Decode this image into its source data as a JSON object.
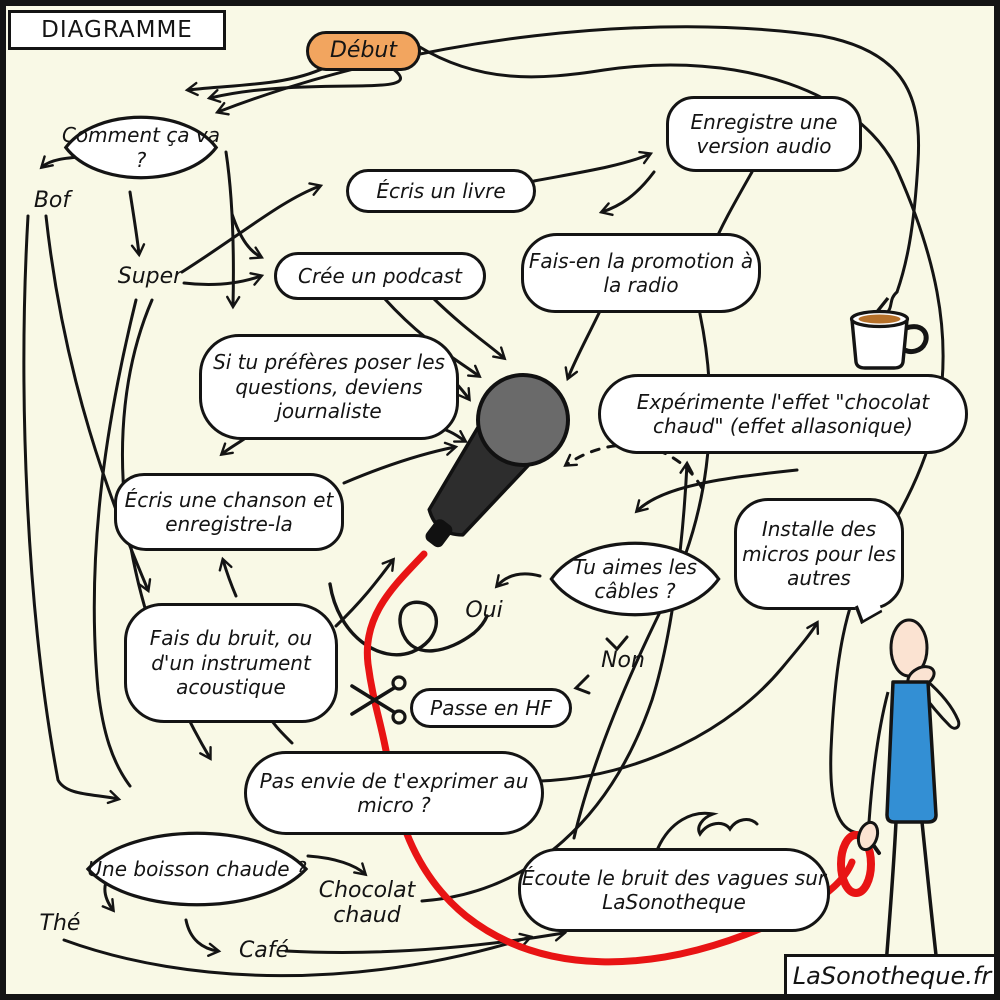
{
  "header": {
    "title": "DIAGRAMME"
  },
  "footer": {
    "site": "LaSonotheque.fr"
  },
  "nodes": {
    "debut": "Début",
    "comment_ca_va": "Comment ça va ?",
    "ecris_un_livre": "Écris un livre",
    "enregistre_version": "Enregistre une version audio",
    "cree_un_podcast": "Crée un podcast",
    "promotion_radio": "Fais-en la promotion à la radio",
    "journaliste": "Si tu préfères poser les questions, deviens journaliste",
    "experimente": "Expérimente l'effet \"chocolat chaud\" (effet allasonique)",
    "ecris_chanson": "Écris une chanson et enregistre-la",
    "tu_aimes_cables": "Tu aimes les câbles ?",
    "installe_micros": "Installe des micros pour les autres",
    "fais_du_bruit": "Fais du bruit, ou d'un instrument acoustique",
    "passe_en_hf": "Passe en HF",
    "pas_envie": "Pas envie de t'exprimer au micro ?",
    "une_boisson": "Une boisson chaude ?",
    "ecoute_vagues": "Écoute le bruit des vagues sur LaSonotheque"
  },
  "labels": {
    "bof": "Bof",
    "super": "Super",
    "oui": "Oui",
    "non": "Non",
    "the": "Thé",
    "cafe": "Café",
    "chocolat": "Chocolat chaud"
  },
  "edges": [
    "Début -> Comment ça va ?",
    "Comment ça va ? -> Bof",
    "Comment ça va ? -> Super",
    "Super -> Écris un livre",
    "Super -> Crée un podcast",
    "Écris un livre -> Enregistre une version audio",
    "Enregistre une version audio -> Fais-en la promotion à la radio",
    "Fais-en la promotion à la radio -> micro",
    "Crée un podcast -> micro",
    "Si tu préfères poser les questions, deviens journaliste -> micro",
    "Écris une chanson et enregistre-la -> micro",
    "Fais du bruit, ou d'un instrument acoustique -> Écris une chanson et enregistre-la",
    "Tu aimes les câbles ? -> Oui",
    "Tu aimes les câbles ? -> Non",
    "Non -> Passe en HF",
    "Pas envie de t'exprimer au micro ? -> Fais du bruit",
    "Pas envie de t'exprimer au micro ? -> Installe des micros pour les autres",
    "Une boisson chaude ? -> Thé",
    "Une boisson chaude ? -> Café",
    "Une boisson chaude ? -> Chocolat chaud",
    "Chocolat chaud -> Expérimente l'effet \"chocolat chaud\"",
    "Thé / Café -> Écoute le bruit des vagues sur LaSonotheque"
  ],
  "icons": {
    "scissors": "cutting the red mic cable",
    "microphone": "handheld mic illustration",
    "mug": "hot chocolate mug with cable dipped in",
    "person": "thinking person holding coiled red cable",
    "waves": "ocean wave doodle",
    "cable_loop": "looped cable doodle"
  },
  "colors": {
    "background": "#f9f9e6",
    "ink": "#141414",
    "node_fill": "#ffffff",
    "start_fill": "#f2a55f",
    "cable_red": "#e81414",
    "shirt_blue": "#338fd4",
    "skin": "#fbe3d2",
    "mic_head": "#6a6a6a",
    "mic_body": "#2d2d2d",
    "drink_brown": "#b5702a"
  }
}
